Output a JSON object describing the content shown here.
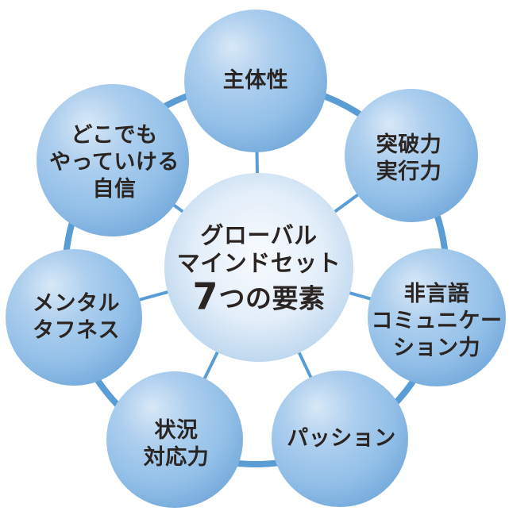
{
  "diagram": {
    "type": "hub-and-spoke",
    "center": {
      "lines": [
        "グローバル",
        "マインドセット"
      ],
      "emphasis_number": "7",
      "emphasis_suffix": "つの要素"
    },
    "nodes": [
      {
        "id": "shutaisei",
        "lines": [
          "主体性"
        ]
      },
      {
        "id": "toppa-jikkou",
        "lines": [
          "突破力",
          "実行力"
        ]
      },
      {
        "id": "higengo-communication",
        "lines": [
          "非言語",
          "コミュニケー",
          "ション力"
        ]
      },
      {
        "id": "passion",
        "lines": [
          "パッション"
        ]
      },
      {
        "id": "joukyou-taiou",
        "lines": [
          "状況",
          "対応力"
        ]
      },
      {
        "id": "mental-toughness",
        "lines": [
          "メンタル",
          "タフネス"
        ]
      },
      {
        "id": "dokodemo-jishin",
        "lines": [
          "どこでも",
          "やっていける",
          "自信"
        ]
      }
    ],
    "colors": {
      "sphere_gradient": [
        "#d8e8f7",
        "#aecfee",
        "#93c0e8",
        "#72a8da"
      ],
      "center_gradient": [
        "#f8fbfe",
        "#e3eef9",
        "#b5d2ec"
      ],
      "connector": "#599dd4",
      "text": "#2a2422",
      "background": "#ffffff"
    }
  }
}
